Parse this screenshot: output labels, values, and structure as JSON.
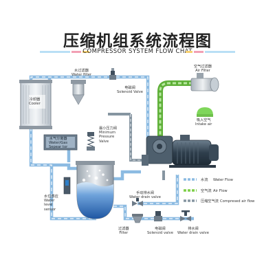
{
  "title": "压缩机组系统流程图",
  "subtitle": "COMPRESSOR SYSTEM FLOW CHAT",
  "colors": {
    "water": "#7fb1dc",
    "air": "#7fcf49",
    "compressed_air": "#7e8e9b",
    "motor": "#3e4f5e",
    "tank_water": "#2f6eb8"
  },
  "labels": {
    "water_filter": {
      "zh": "水过滤器",
      "en": "Water filter"
    },
    "solenoid_valve_top": {
      "zh": "电磁阀",
      "en": "Solenoid Valve"
    },
    "cooler": {
      "zh": "冷却器",
      "en": "Cooler"
    },
    "air_filter": {
      "zh": "空气过滤器",
      "en": "Air Filter"
    },
    "intake_air": {
      "zh": "吸入空气",
      "en": "Intake air"
    },
    "separator": {
      "zh": "水气分离器",
      "en": "Water/Gas",
      "en2": "Sepear tor"
    },
    "min_pressure_valve": {
      "zh": "最小压力阀",
      "en": "Minimum",
      "en2": "Pressure",
      "en3": "Valve"
    },
    "water_level_sensor": {
      "zh": "水位感应",
      "en": "Water",
      "en2": "level",
      "en3": "sensor"
    },
    "manual_drain_valve": {
      "zh": "手动排水阀",
      "en": "Water drain valve"
    },
    "filter_bottom": {
      "zh": "过滤器",
      "en": "Filter"
    },
    "solenoid_valve_bottom": {
      "zh": "电磁阀",
      "en": "Solenoid valve"
    },
    "drain_valve": {
      "zh": "排水阀",
      "en": "Water drain valve"
    }
  },
  "legend": [
    {
      "zh": "水流",
      "en": "Water Flow",
      "color_key": "water"
    },
    {
      "zh": "空气流",
      "en": "Air Flow",
      "color_key": "air"
    },
    {
      "zh": "压缩空气流",
      "en": "Compresed air flow",
      "color_key": "compressed_air"
    }
  ]
}
